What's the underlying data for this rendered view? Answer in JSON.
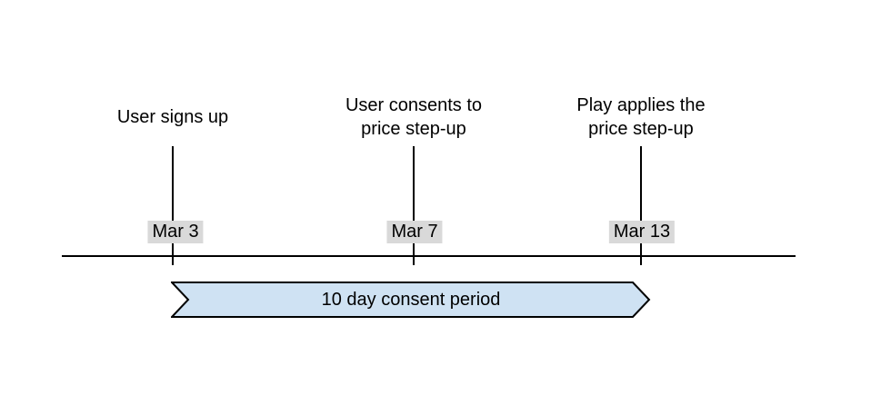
{
  "timeline": {
    "events": [
      {
        "label": "User signs up",
        "date": "Mar 3"
      },
      {
        "label": "User consents to\nprice step-up",
        "date": "Mar 7"
      },
      {
        "label": "Play applies the\nprice step-up",
        "date": "Mar 13"
      }
    ],
    "banner": {
      "label": "10 day consent period",
      "fill": "#cfe2f3",
      "border": "#000000"
    },
    "colors": {
      "date_label_bg": "#d9d9d9",
      "line": "#000000",
      "text": "#000000",
      "background": "#ffffff"
    }
  }
}
